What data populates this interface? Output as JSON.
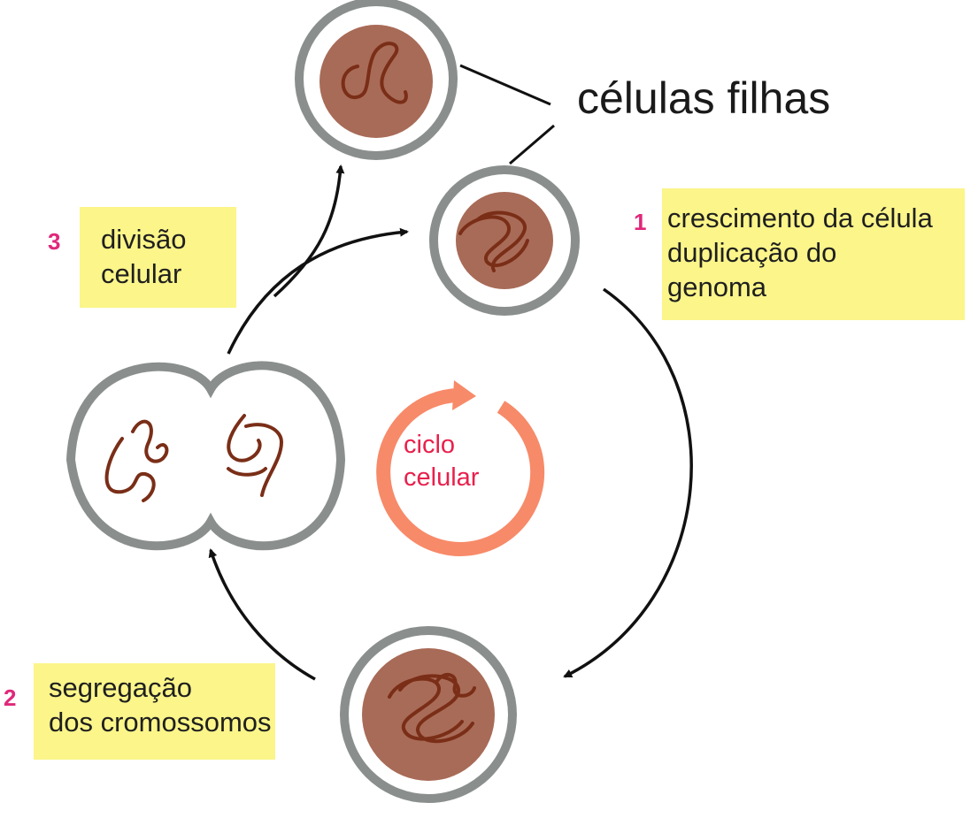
{
  "daughter_cells_label": "células filhas",
  "cycle_label": "ciclo\ncelular",
  "steps": [
    {
      "number": "1",
      "text": "crescimento da célula\nduplicação do\ngenoma"
    },
    {
      "number": "2",
      "text": "segregação\ndos cromossomos"
    },
    {
      "number": "3",
      "text": "divisão\ncelular"
    }
  ],
  "colors": {
    "membrane": "#8a8f8d",
    "nucleus": "#a86b57",
    "chromosome": "#7a2e17",
    "cycle_arrow": "#f78a69",
    "cycle_text": "#e8204c",
    "step_number": "#e0287a",
    "note_background": "#fbf58a"
  }
}
